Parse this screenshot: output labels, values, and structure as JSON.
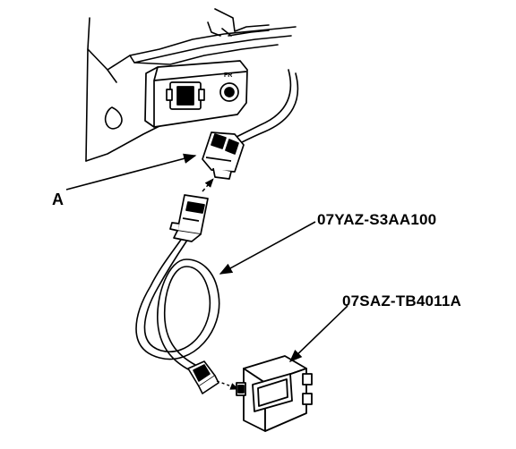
{
  "callouts": {
    "connector_a": "A",
    "harness_part": "07YAZ-S3AA100",
    "module_part": "07SAZ-TB4011A"
  },
  "colors": {
    "line": "#000000",
    "background": "#ffffff"
  }
}
